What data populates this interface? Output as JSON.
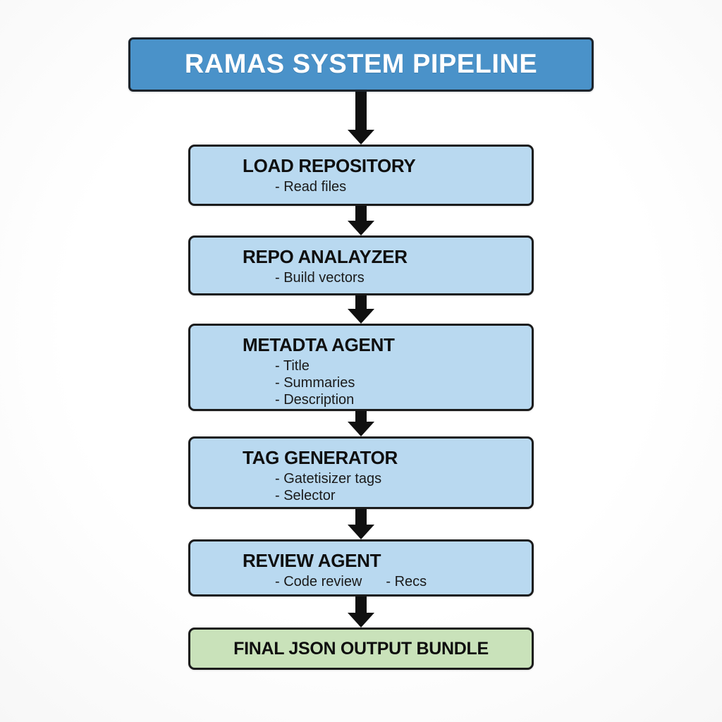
{
  "diagram": {
    "title": "RAMAS SYSTEM PIPELINE",
    "colors": {
      "header_bg": "#4a92c9",
      "step_bg": "#b9d9f0",
      "final_bg": "#c9e2ba",
      "border": "#1b1b1b",
      "arrow": "#101010",
      "header_text": "#ffffff",
      "step_text": "#0f0f0f"
    },
    "steps": [
      {
        "title": "LOAD REPOSITORY",
        "items": [
          "- Read files"
        ]
      },
      {
        "title": "REPO ANALAYZER",
        "items": [
          "- Build vectors"
        ]
      },
      {
        "title": "METADTA AGENT",
        "items": [
          "- Title",
          "- Summaries",
          "- Description"
        ]
      },
      {
        "title": "TAG GENERATOR",
        "items": [
          "- Gatetisizer tags",
          "- Selector"
        ]
      },
      {
        "title": "REVIEW AGENT",
        "items": [
          "- Code review",
          "- Recs"
        ]
      }
    ],
    "final": {
      "title": "FINAL JSON OUTPUT BUNDLE"
    }
  }
}
